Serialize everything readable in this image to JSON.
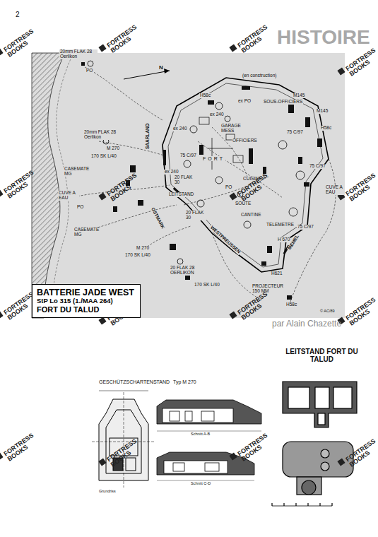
{
  "diagram": {
    "nodes": [
      {
        "text": [
          "BATTERIE JADE WEST",
          "StP Lo 315 (1./MAA 264)",
          "FORT DU TALUD"
        ]
      }
    ],
    "labels": [
      "2",
      "HISTOIRE",
      "par Alain Chazette",
      "20mm FLAK 28 Oerlikon",
      "PO",
      "N",
      "(en construction)",
      "H58c",
      "ex PO",
      "ex 240",
      "SOUS-OFFICIERS",
      "M145",
      "M145",
      "ex 240",
      "GARAGE MESS",
      "H58c",
      "OFFICIERS",
      "75 C/97",
      "75 C/97",
      "ex 240",
      "FORT",
      "20 FLAK 30",
      "75 C/97",
      "CUISINE",
      "PO",
      "CUVE A EAU",
      "20mm FLAK 28 Oerlikon",
      "M 270",
      "170 SK L/40",
      "SAARLAND",
      "CASEMATE MG",
      "LEITSTAND",
      "OSTMARK",
      "CUVE A EAU",
      "PO",
      "20 FLAK 30",
      "SOUTE",
      "CANTINE",
      "TELEMETRE",
      "75 C/97",
      "H 670",
      "CASEMATE MG",
      "WESTPREUSSEN",
      "MEMEL",
      "M 270",
      "170 SK L/40",
      "H621",
      "20 FLAK 28 OERLIKON",
      "170 SK L/40",
      "PROJECTEUR 150 MM",
      "H58c",
      "© AC/89",
      "GESCHÜTZSCHARTENSTAND",
      "Typ M 270",
      "LEITSTAND FORT DU TALUD",
      "Grundriss",
      "Schnitt A-B",
      "Schnitt C-D",
      "FORTRESS BOOKS",
      "FORTRESS BOOKS",
      "FORTRESS BOOKS",
      "FORTRESS BOOKS",
      "FORTRESS BOOKS",
      "FORTRESS BOOKS",
      "FORTRESS BOOKS",
      "FORTRESS BOOKS",
      "FORTRESS BOOKS",
      "FORTRESS BOOKS",
      "FORTRESS BOOKS",
      "FORTRESS BOOKS",
      "FORTRESS BOOKS",
      "FORTRESS BOOKS",
      "FORTRESS BOOKS",
      "FORTRESS BOOKS"
    ]
  }
}
